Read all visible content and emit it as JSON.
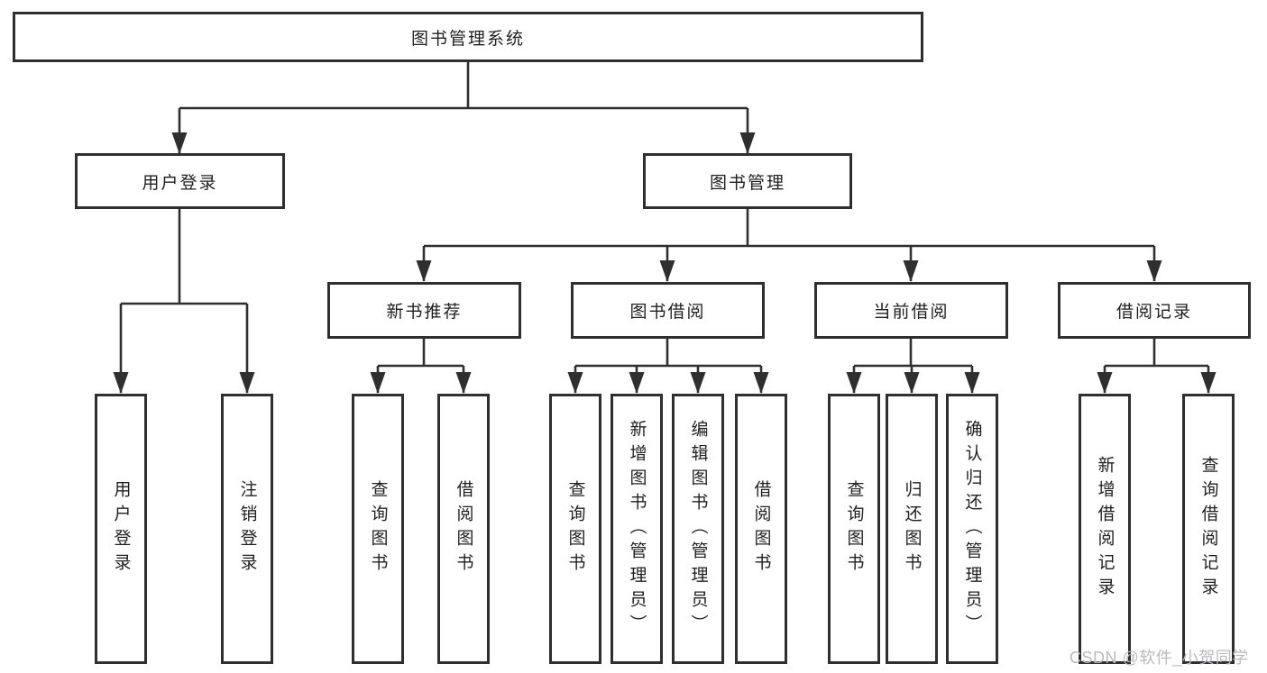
{
  "diagram": {
    "root": {
      "label": "图书管理系统"
    },
    "level2": {
      "user_login": {
        "label": "用户登录"
      },
      "book_mgmt": {
        "label": "图书管理"
      }
    },
    "level3": {
      "new_book_rec": {
        "label": "新书推荐"
      },
      "book_borrow": {
        "label": "图书借阅"
      },
      "current_borrow": {
        "label": "当前借阅"
      },
      "borrow_record": {
        "label": "借阅记录"
      }
    },
    "leaves": {
      "user_login": [
        "用户登录",
        "注销登录"
      ],
      "new_book_rec": [
        "查询图书",
        "借阅图书"
      ],
      "book_borrow": [
        "查询图书",
        "新增图书（管理员）",
        "编辑图书（管理员）",
        "借阅图书"
      ],
      "current_borrow": [
        "查询图书",
        "归还图书",
        "确认归还（管理员）"
      ],
      "borrow_record": [
        "新增借阅记录",
        "查询借阅记录"
      ]
    },
    "colors": {
      "line": "#2f2f2f",
      "box_border": "#2f2f2f",
      "box_background": "#ffffff",
      "text": "#1f1f1f",
      "watermark": "#b7bbc0"
    }
  },
  "watermark": {
    "text": "CSDN @软件_小贺同学"
  }
}
